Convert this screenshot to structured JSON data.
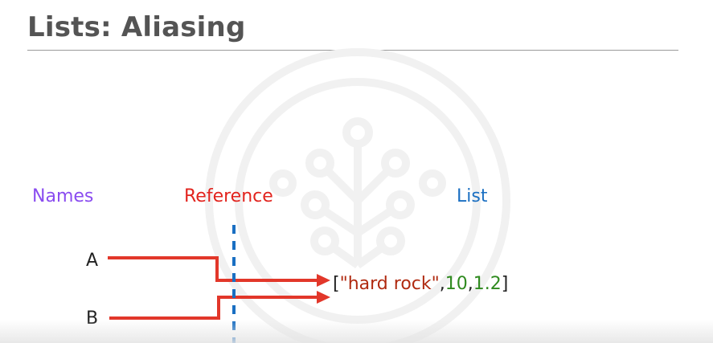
{
  "slide": {
    "title": "Lists: Aliasing"
  },
  "columns": {
    "names": {
      "label": "Names",
      "color": "#8a4cf0"
    },
    "reference": {
      "label": "Reference",
      "color": "#e2241e"
    },
    "list": {
      "label": "List",
      "color": "#1a6fc2"
    }
  },
  "variables": [
    {
      "name": "A"
    },
    {
      "name": "B"
    }
  ],
  "list_literal": {
    "open_bracket": "[",
    "string_item": "\"hard rock\"",
    "comma1": ",",
    "int_item": "10",
    "comma2": ",",
    "float_item": "1.2",
    "close_bracket": "]",
    "bracket_color": "#222222",
    "string_color": "#b02a10",
    "number_color": "#2f8a1f"
  },
  "colors": {
    "arrow": "#e2372a",
    "divider": "#1a6fc2",
    "title": "#545454"
  },
  "icons": {
    "watermark": "tree-logo-watermark-icon"
  }
}
